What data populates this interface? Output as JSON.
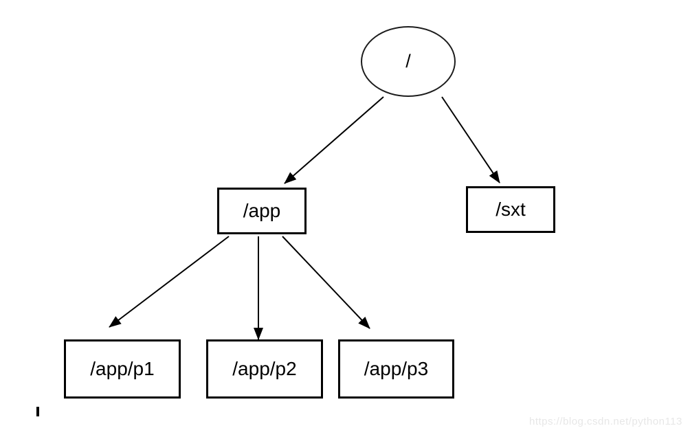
{
  "diagram": {
    "title": "filesystem-mount-tree",
    "nodes": [
      {
        "id": "root",
        "label": "/",
        "shape": "ellipse"
      },
      {
        "id": "app",
        "label": "/app",
        "shape": "rect"
      },
      {
        "id": "sxt",
        "label": "/sxt",
        "shape": "rect"
      },
      {
        "id": "p1",
        "label": "/app/p1",
        "shape": "rect"
      },
      {
        "id": "p2",
        "label": "/app/p2",
        "shape": "rect"
      },
      {
        "id": "p3",
        "label": "/app/p3",
        "shape": "rect"
      }
    ],
    "edges": [
      {
        "from": "root",
        "to": "app"
      },
      {
        "from": "root",
        "to": "sxt"
      },
      {
        "from": "app",
        "to": "p1"
      },
      {
        "from": "app",
        "to": "p2"
      },
      {
        "from": "app",
        "to": "p3"
      }
    ]
  },
  "watermark": {
    "text": "https://blog.csdn.net/python113"
  },
  "colors": {
    "background": "#ffffff",
    "line": "#000000",
    "text": "#000000",
    "watermark": "#e7e7e7"
  }
}
